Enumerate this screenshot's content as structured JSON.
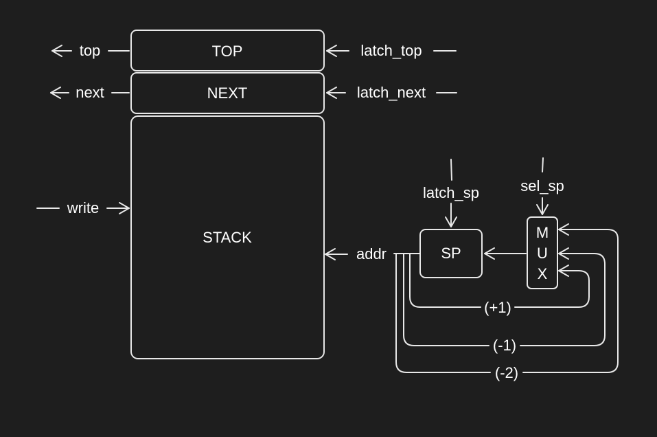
{
  "colors": {
    "background": "#1e1e1e",
    "stroke": "#e8e8e8",
    "text": "#ffffff"
  },
  "boxes": {
    "top": "TOP",
    "next": "NEXT",
    "stack": "STACK",
    "sp": "SP"
  },
  "mux_letters": [
    "M",
    "U",
    "X"
  ],
  "signals": {
    "top_out": "top",
    "next_out": "next",
    "latch_top": "latch_top",
    "latch_next": "latch_next",
    "write": "write",
    "addr": "addr",
    "latch_sp": "latch_sp",
    "sel_sp": "sel_sp"
  },
  "feedback": {
    "plus_one": "(+1)",
    "minus_one": "(-1)",
    "minus_two": "(-2)"
  }
}
